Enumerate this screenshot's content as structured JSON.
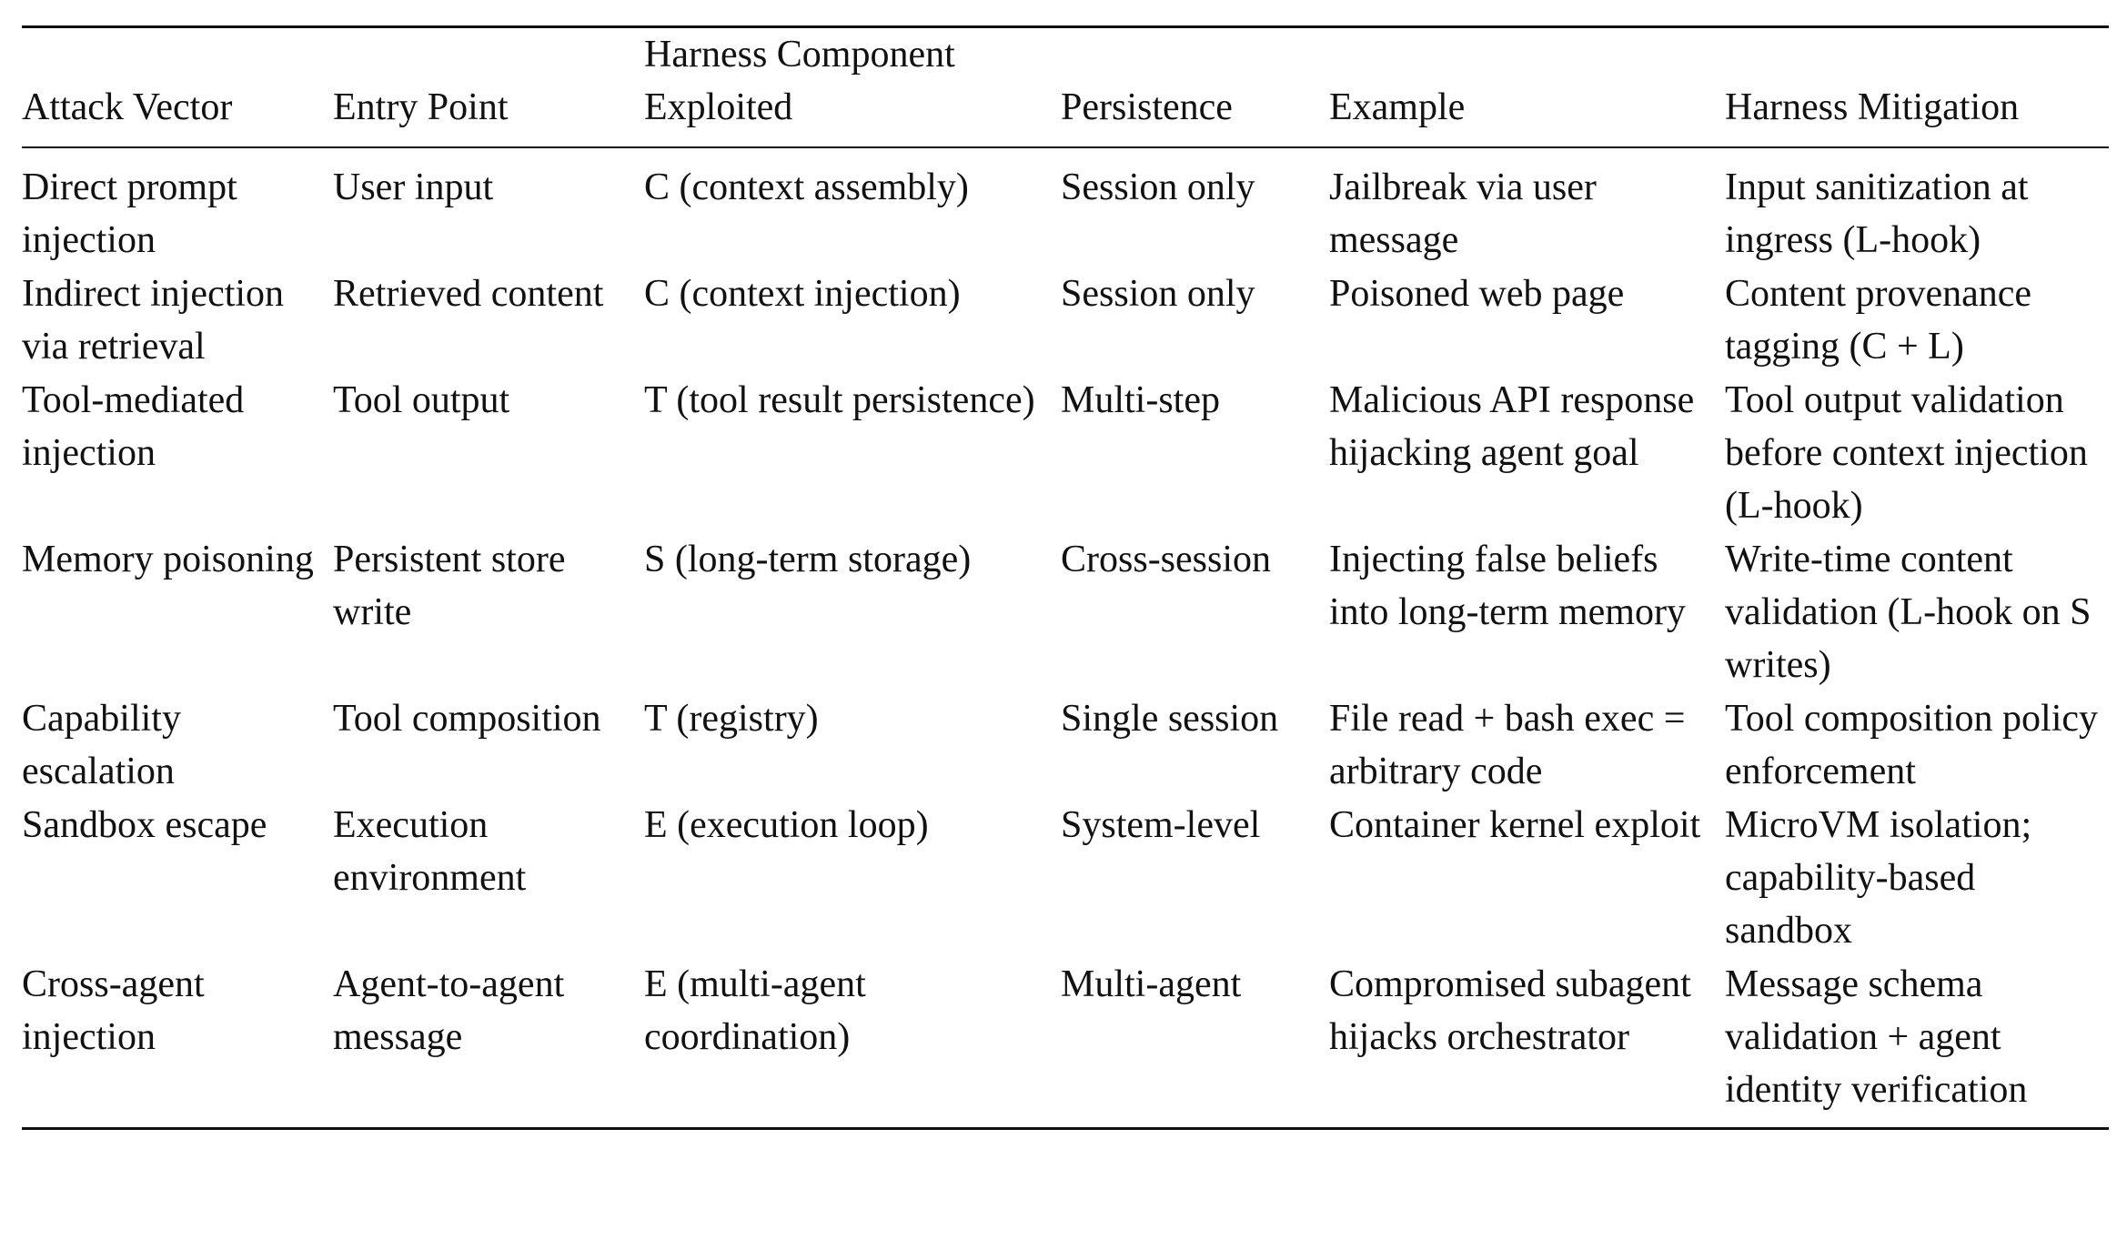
{
  "headers": [
    "Attack Vector",
    "Entry Point",
    "Harness Component Exploited",
    "Persistence",
    "Example",
    "Harness Mitigation"
  ],
  "rows": [
    {
      "vector": "Direct prompt injection",
      "entry": "User input",
      "component": "C (context assembly)",
      "persistence": "Session only",
      "example": "Jailbreak via user message",
      "mitigation": "Input sanitization at ingress (L-hook)"
    },
    {
      "vector": "Indirect injection via retrieval",
      "entry": "Retrieved content",
      "component": "C (context injection)",
      "persistence": "Session only",
      "example": "Poisoned web page",
      "mitigation": "Content provenance tagging (C + L)"
    },
    {
      "vector": "Tool-mediated injection",
      "entry": "Tool output",
      "component": "T (tool result persistence)",
      "persistence": "Multi-step",
      "example": "Malicious API response hijacking agent goal",
      "mitigation": "Tool output validation before context injection (L-hook)"
    },
    {
      "vector": "Memory poisoning",
      "entry": "Persistent store write",
      "component": "S (long-term storage)",
      "persistence": "Cross-session",
      "example": "Injecting false beliefs into long-term memory",
      "mitigation": "Write-time content validation (L-hook on S writes)"
    },
    {
      "vector": "Capability escalation",
      "entry": "Tool composition",
      "component": "T (registry)",
      "persistence": "Single session",
      "example": "File read + bash exec = arbitrary code",
      "mitigation": "Tool composition policy enforcement"
    },
    {
      "vector": "Sandbox escape",
      "entry": "Execution environment",
      "component": "E (execution loop)",
      "persistence": "System-level",
      "example": "Container kernel exploit",
      "mitigation": "MicroVM isolation; capability-based sandbox"
    },
    {
      "vector": "Cross-agent injection",
      "entry": "Agent-to-agent message",
      "component": "E (multi-agent coordination)",
      "persistence": "Multi-agent",
      "example": "Compromised subagent hijacks orchestrator",
      "mitigation": "Message schema validation + agent identity verification"
    }
  ]
}
